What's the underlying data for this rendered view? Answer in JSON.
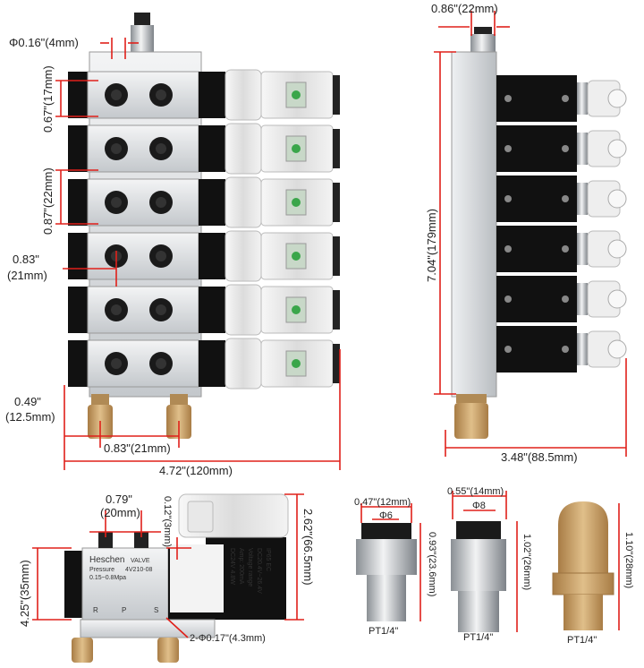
{
  "dimensions": {
    "port_dia": "Φ0.16\"(4mm)",
    "valve_height": "0.67\"(17mm)",
    "valve_pitch": "0.87\"(22mm)",
    "port_spacing_in": "0.83\"",
    "port_spacing_mm": "(21mm)",
    "muffler_offset_in": "0.49\"",
    "muffler_offset_mm": "(12.5mm)",
    "muffler_spacing": "0.83\"(21mm)",
    "total_width": "4.72\"(120mm)",
    "side_top": "0.86\"(22mm)",
    "side_height": "7.04\"(179mm)",
    "side_depth": "3.48\"(88.5mm)",
    "valve_port_spacing_in": "0.79\"",
    "valve_port_spacing_mm": "(20mm)",
    "valve_small": "0.12\"(3mm)",
    "valve_height2": "2.62\"(66.5mm)",
    "valve_width": "4.25\"(35mm)",
    "valve_mount_holes": "2-Φ0.17\"(4.3mm)",
    "fitting1_dia": "0.47\"(12mm)",
    "fitting1_tube": "Φ6",
    "fitting1_height": "0.93\"(23.6mm)",
    "fitting1_thread": "PT1/4\"",
    "fitting2_dia": "0.55\"(14mm)",
    "fitting2_tube": "Φ8",
    "fitting2_height": "1.02\"(26mm)",
    "fitting2_thread": "PT1/4\"",
    "muffler_height": "1.10\"(28mm)",
    "muffler_thread": "PT1/4\""
  },
  "valve_label": {
    "brand": "Heschen",
    "model": "4V210-08",
    "pressure_label": "Pressure",
    "pressure": "0.15~0.8Mpa",
    "valve_word": "VALVE",
    "coil_line1": "DC24V 4.8W",
    "coil_line2": "Amp: 200mA",
    "coil_line3": "Voltage range",
    "coil_line4": "DC20.4V~26.4V",
    "coil_line5": "IP65  EC",
    "port_marks": [
      "R",
      "P",
      "S"
    ]
  },
  "colors": {
    "dimension_red": "#e0201a",
    "aluminum": "#d9dcdf",
    "coil_black": "#111111",
    "brass": "#c9a26a",
    "led_green": "#3aa64a"
  }
}
